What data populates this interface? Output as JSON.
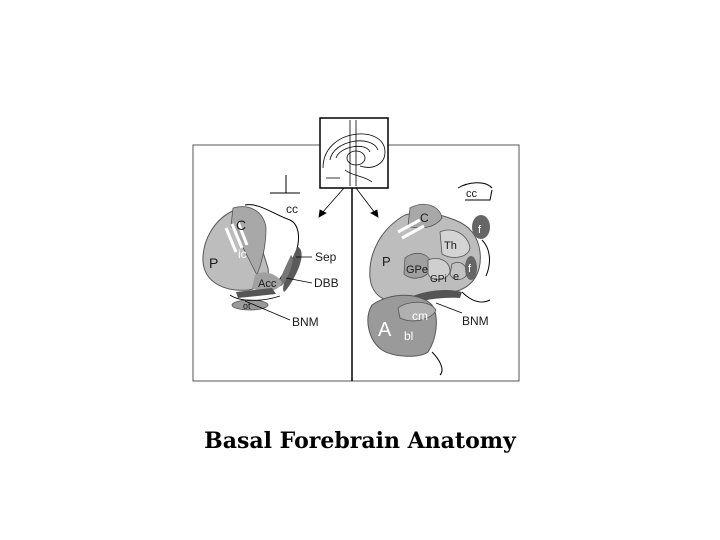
{
  "caption": "Basal Forebrain Anatomy",
  "left_panel": {
    "labels": {
      "cc": "cc",
      "C": "C",
      "ic": "ic",
      "P": "P",
      "Sep": "Sep",
      "Acc": "Acc",
      "DBB": "DBB",
      "ot": "ot",
      "BNM": "BNM"
    }
  },
  "right_panel": {
    "labels": {
      "cc": "cc",
      "C": "C",
      "f_top": "f",
      "Th": "Th",
      "P": "P",
      "GPe": "GPe",
      "GPi": "GPi",
      "e": "e",
      "f_mid": "f",
      "cm": "cm",
      "BNM": "BNM",
      "A": "A",
      "bl": "bl"
    }
  },
  "colors": {
    "light_gray": "#bdbdbd",
    "mid_gray": "#999999",
    "dark_gray": "#555555",
    "line": "#000000"
  }
}
